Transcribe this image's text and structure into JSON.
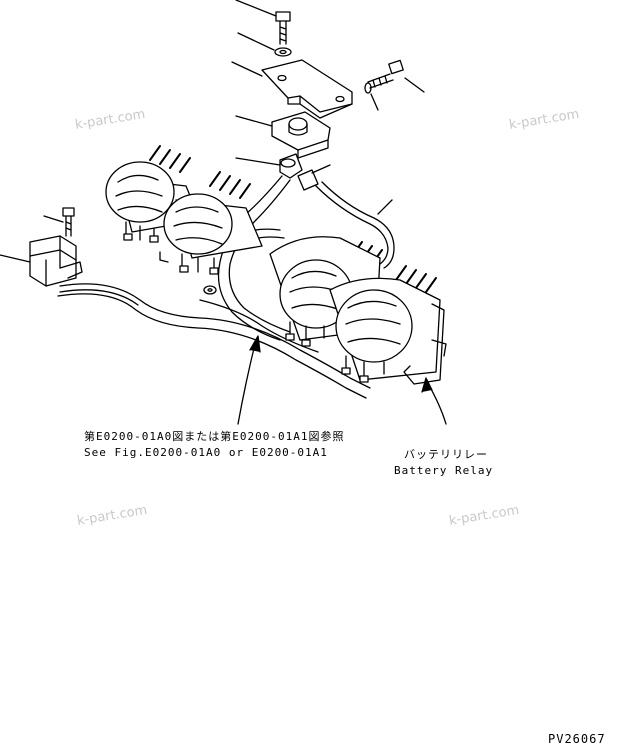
{
  "watermark": "k-part.com",
  "callouts": {
    "see_figure": {
      "jp": "第E0200-01A0図または第E0200-01A1図参照",
      "en": "See Fig.E0200-01A0 or E0200-01A1"
    },
    "battery_relay": {
      "jp": "バッテリリレー",
      "en": "Battery Relay"
    }
  },
  "drawing_number": "PV26067",
  "colors": {
    "line": "#000000",
    "watermark": "#c9c9c9"
  }
}
